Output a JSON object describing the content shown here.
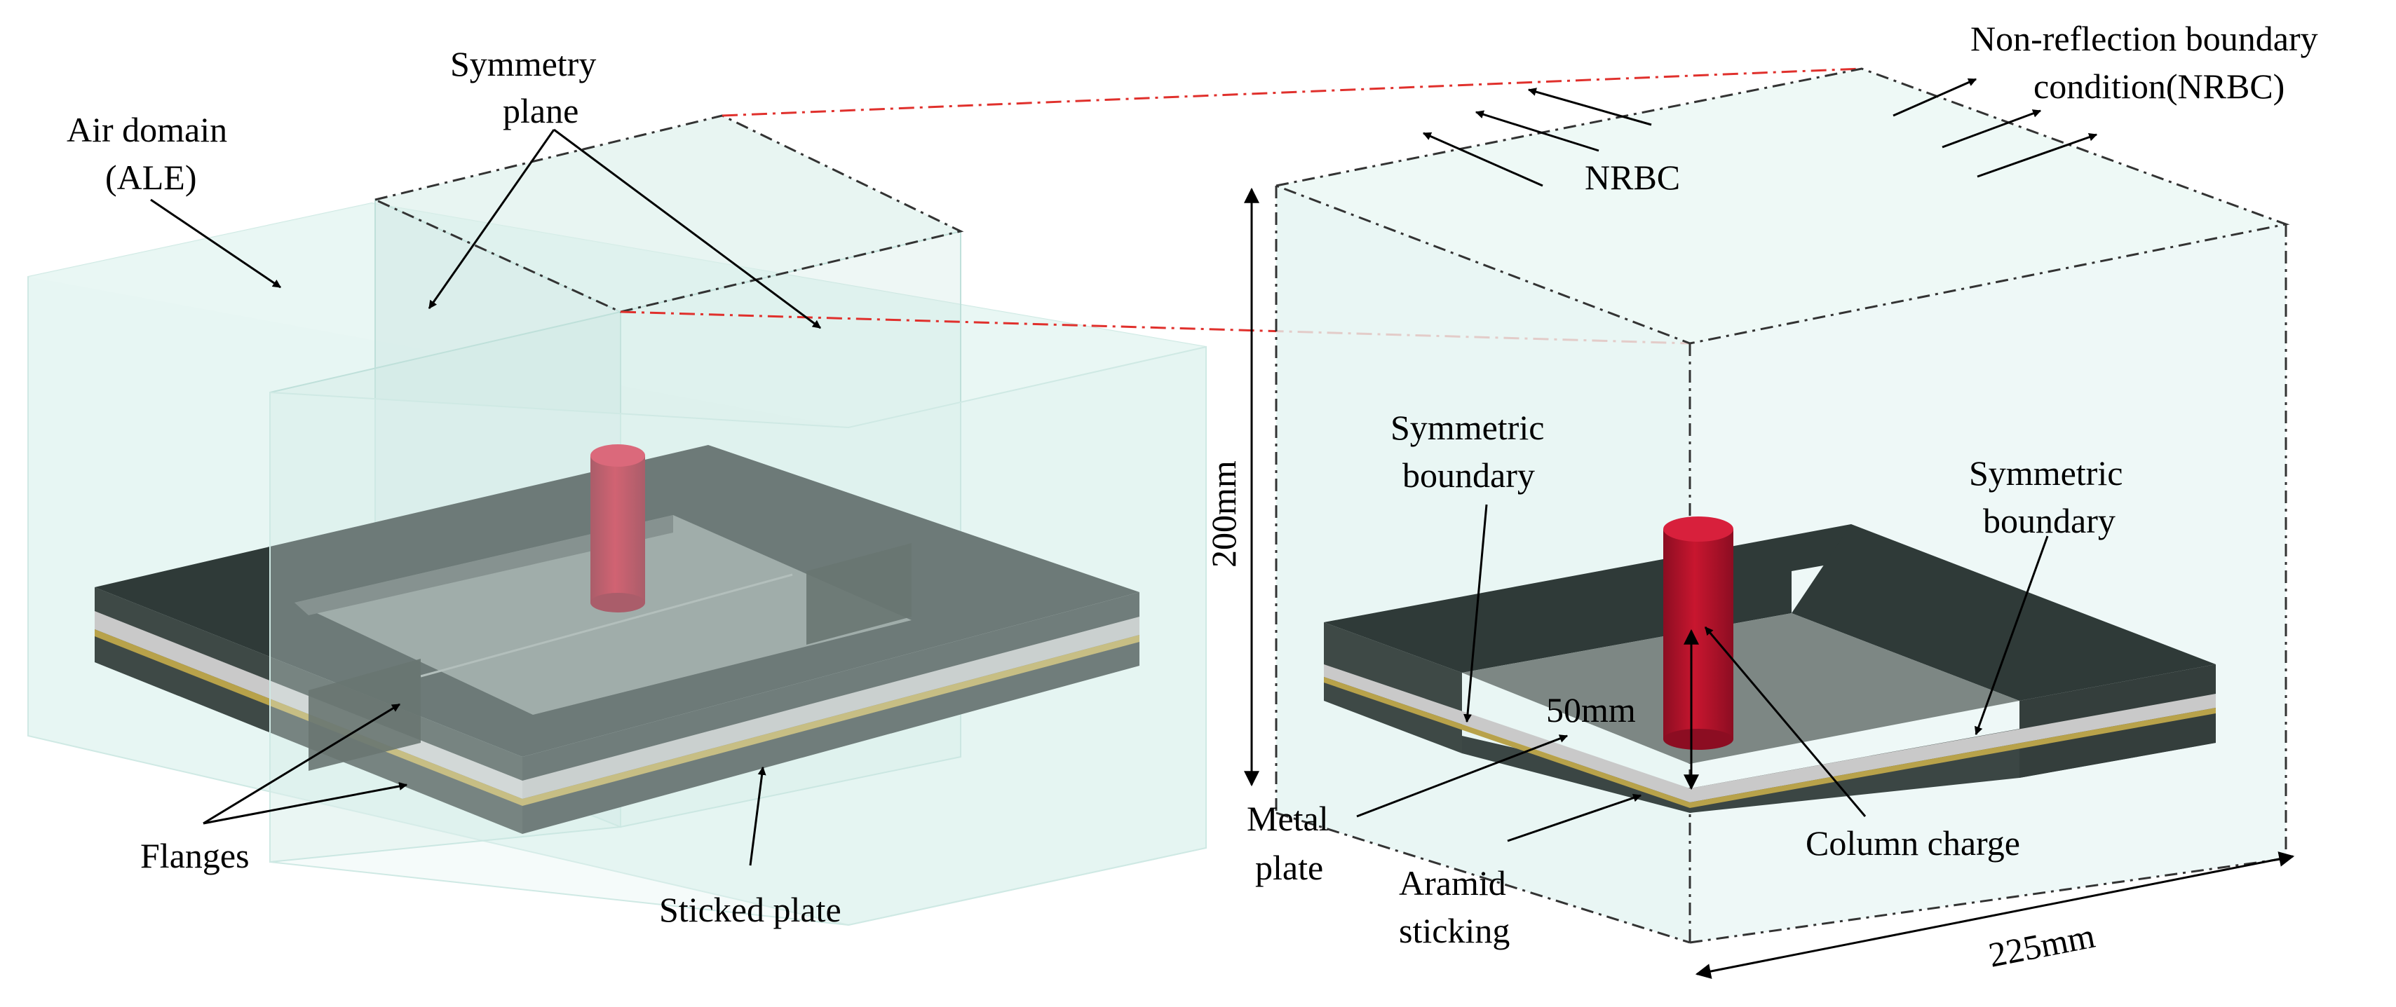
{
  "labels": {
    "air_domain_line1": "Air domain",
    "air_domain_line2": "(ALE)",
    "symmetry_plane_line1": "Symmetry",
    "symmetry_plane_line2": "plane",
    "flanges": "Flanges",
    "sticked_plate": "Sticked plate",
    "nrbc_top_line1": "Non-reflection boundary",
    "nrbc_top_line2": "condition(NRBC)",
    "nrbc": "NRBC",
    "symmetric_boundary_left_line1": "Symmetric",
    "symmetric_boundary_left_line2": "boundary",
    "symmetric_boundary_right_line1": "Symmetric",
    "symmetric_boundary_right_line2": "boundary",
    "metal_plate_line1": "Metal",
    "metal_plate_line2": "plate",
    "aramid_line1": "Aramid",
    "aramid_line2": "sticking",
    "column_charge": "Column charge"
  },
  "dimensions": {
    "height": "200mm",
    "width": "225mm",
    "standoff": "50mm"
  },
  "colors": {
    "air": "#dff2ef",
    "air_edge": "#c9e6e1",
    "flange_top": "#2f3a38",
    "flange_side": "#3b4644",
    "plate_top": "#7d8784",
    "metal_layer": "#c8c8c8",
    "aramid_layer": "#b8a24a",
    "charge": "#b0122b",
    "charge_top": "#d8203c",
    "red_dash": "#e0302c"
  }
}
